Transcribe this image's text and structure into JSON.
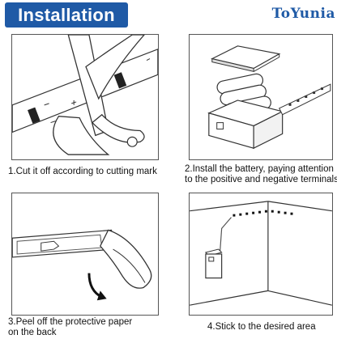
{
  "header": {
    "title": "Installation",
    "brand": "ToYunia"
  },
  "colors": {
    "accent": "#1f5aa6",
    "panel_border": "#555555"
  },
  "steps": [
    {
      "caption_line1": "1.Cut it off according to cutting mark",
      "caption_line2": ""
    },
    {
      "caption_line1": "2.Install the battery, paying attention",
      "caption_line2": "to the positive and negative terminals"
    },
    {
      "caption_line1": "3.Peel off the protective paper",
      "caption_line2": "on the back"
    },
    {
      "caption_line1": "4.Stick to the desired area",
      "caption_line2": ""
    }
  ],
  "icons": {
    "panel1": "scissors-cutting-strip-icon",
    "panel2": "battery-box-icon",
    "panel3": "peel-backing-icon",
    "panel4": "wall-corner-strip-icon"
  }
}
